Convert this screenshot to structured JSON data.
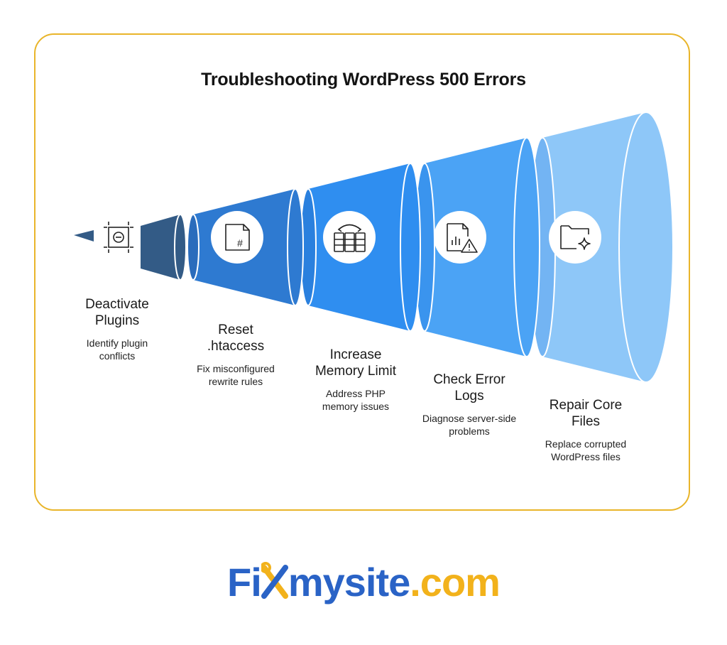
{
  "title": "Troubleshooting WordPress 500 Errors",
  "colors": {
    "card_border": "#e9b52a",
    "stage_1": "#335b86",
    "stage_2": "#2e7ad1",
    "stage_3": "#2f8ef0",
    "stage_4": "#4ba3f5",
    "stage_5": "#8ec7f8",
    "logo_blue": "#2a63c6",
    "logo_yellow": "#f2b21b"
  },
  "steps": [
    {
      "name_line1": "Deactivate",
      "name_line2": "Plugins",
      "desc_line1": "Identify plugin",
      "desc_line2": "conflicts",
      "icon": "deactivate-plugin-icon"
    },
    {
      "name_line1": "Reset",
      "name_line2": ".htaccess",
      "desc_line1": "Fix misconfigured",
      "desc_line2": "rewrite rules",
      "icon": "hash-file-icon"
    },
    {
      "name_line1": "Increase",
      "name_line2": "Memory Limit",
      "desc_line1": "Address PHP",
      "desc_line2": "memory issues",
      "icon": "memory-table-icon"
    },
    {
      "name_line1": "Check Error",
      "name_line2": "Logs",
      "desc_line1": "Diagnose server-side",
      "desc_line2": "problems",
      "icon": "error-log-icon"
    },
    {
      "name_line1": "Repair Core",
      "name_line2": "Files",
      "desc_line1": "Replace corrupted",
      "desc_line2": "WordPress files",
      "icon": "folder-sparkle-icon"
    }
  ],
  "logo": {
    "part1": "Fi",
    "part2": "mysite",
    "part3": ".com",
    "icon": "wrench-screwdriver-x-icon"
  }
}
